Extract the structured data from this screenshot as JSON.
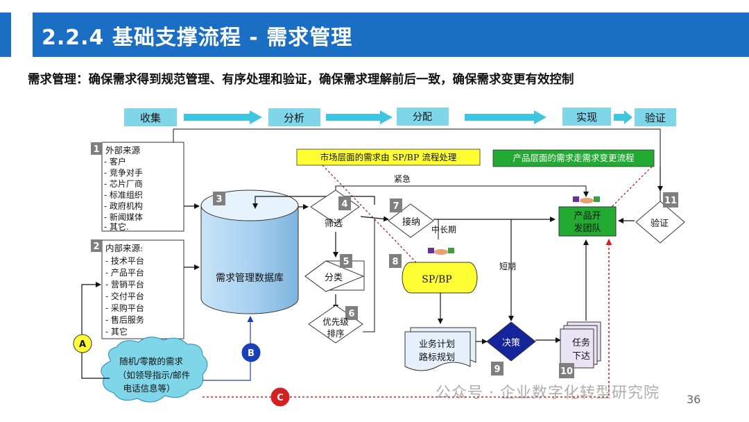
{
  "title": "2.2.4 基础支撑流程 - 需求管理",
  "subtitle": "需求管理：确保需求得到规范管理、有序处理和验证，确保需求理解前后一致，确保需求变更有效控制",
  "stages": [
    "收集",
    "分析",
    "分配",
    "实现",
    "验证"
  ],
  "external_sources": {
    "number": "1",
    "title": "外部来源",
    "items": [
      "- 客户",
      "- 竞争对手",
      "- 芯片厂商",
      "- 标准组织",
      "- 政府机构",
      "- 新闻媒体",
      "- 其它."
    ]
  },
  "internal_sources": {
    "number": "2",
    "title": "内部来源:",
    "items": [
      "- 技术平台",
      "- 产品平台",
      "- 营销平台",
      "- 交付平台",
      "- 采购平台",
      "- 售后服务",
      "- 其它"
    ]
  },
  "database": {
    "number": "3",
    "label": "需求管理数据库"
  },
  "steps": {
    "screen": {
      "number": "4",
      "label": "筛选"
    },
    "classify": {
      "number": "5",
      "label": "分类"
    },
    "priority": {
      "number": "6",
      "label_line1": "优先级",
      "label_line2": "排序"
    },
    "accept": {
      "number": "7",
      "label": "接纳"
    },
    "spbp": {
      "number": "8",
      "label": "SP/BP"
    },
    "decision": {
      "number": "9",
      "label": "决策"
    },
    "task": {
      "number": "10",
      "label_line1": "任务",
      "label_line2": "下达"
    },
    "verify": {
      "number": "11",
      "label": "验证"
    }
  },
  "plan_doc": {
    "line1": "业务计划",
    "line2": "路标规划"
  },
  "dev_team": {
    "line1": "产品开",
    "line2": "发团队"
  },
  "notes": {
    "market": "市场层面的需求由 SP/BP 流程处理",
    "product": "产品层面的需求走需求变更流程"
  },
  "flow_labels": {
    "urgent": "紧急",
    "mid_long": "中长期",
    "short": "短期"
  },
  "random_demand": {
    "line1": "随机/零散的需求",
    "line2": "（如领导指示/邮件",
    "line3": "电话信息等）"
  },
  "paths": {
    "a": "A",
    "b": "B",
    "c": "C"
  },
  "page_number": "36",
  "watermark": "公众号 · 企业数字化转型研究院",
  "colors": {
    "title_bar": "#1a6fc4",
    "stage_box": "#7fd6e8",
    "stage_arrow": "#3ec6e0",
    "db_fill": "#a9d2f0",
    "team_box": "#22aa33",
    "note_yellow": "#ffff33",
    "decision_fill": "#14249a",
    "path_a": "#ffff33",
    "path_b": "#1a3fb8",
    "path_c": "#d42020"
  }
}
